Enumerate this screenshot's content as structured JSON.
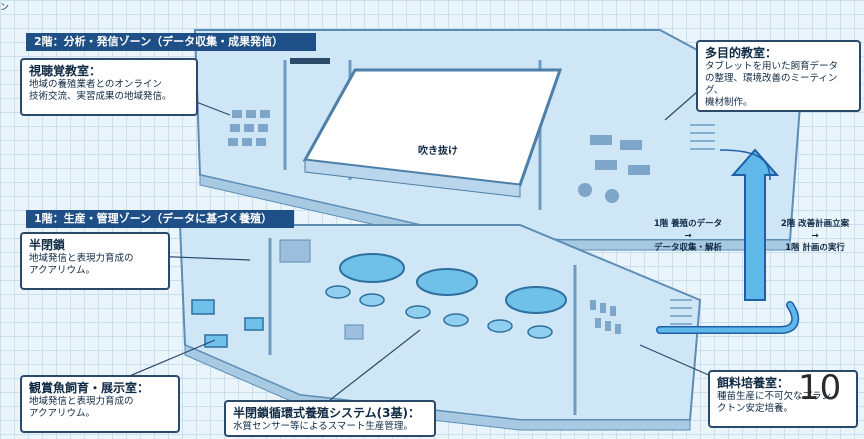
{
  "floor2": {
    "band": "2階：分析・発信ゾーン（データ収集・成果発信）",
    "void_label": "吹き抜け",
    "av_room": {
      "title": "視聴覚教室：",
      "text": "地域の養殖業者とのオンライン\n技術交流、実習成果の地域発信。"
    },
    "multi_room": {
      "title": "多目的教室：",
      "text": "タブレットを用いた飼育データ\nの整理、環境改善のミーティング、\n機材制作。"
    }
  },
  "floor1": {
    "band": "1階：生産・管理ゾーン（データに基づく養殖）",
    "semi_closed": {
      "title": "半閉鎖",
      "text": "地域発信と表現力育成の\nアクアリウム。"
    },
    "ornamental": {
      "title": "観賞魚飼育・展示室：",
      "text": "地域発信と表現力育成の\nアクアリウム。"
    },
    "system": {
      "title": "半閉鎖循環式養殖システム(3基)：",
      "text": "水質センサー等によるスマート生産管理。"
    },
    "feed_room": {
      "title": "餌料培養室：",
      "text": "種苗生産に不可欠なプラン\nクトン安定培養。"
    }
  },
  "flow": {
    "left": {
      "line1": "1階 養殖のデータ",
      "arrow": "→",
      "line2": "データ収集・解析"
    },
    "right": {
      "line1": "2階 改善計画立案",
      "arrow": "→",
      "line2": "1階 計画の実行"
    }
  },
  "page_number": "10",
  "scan_mark": "ン",
  "colors": {
    "band": "#1e4f86",
    "glass": "#cfe6f6",
    "wall": "#8fb3d1",
    "tank": "#6fc1ea",
    "arrow": "#5fb8e8",
    "arrow_edge": "#1e5fa8"
  }
}
